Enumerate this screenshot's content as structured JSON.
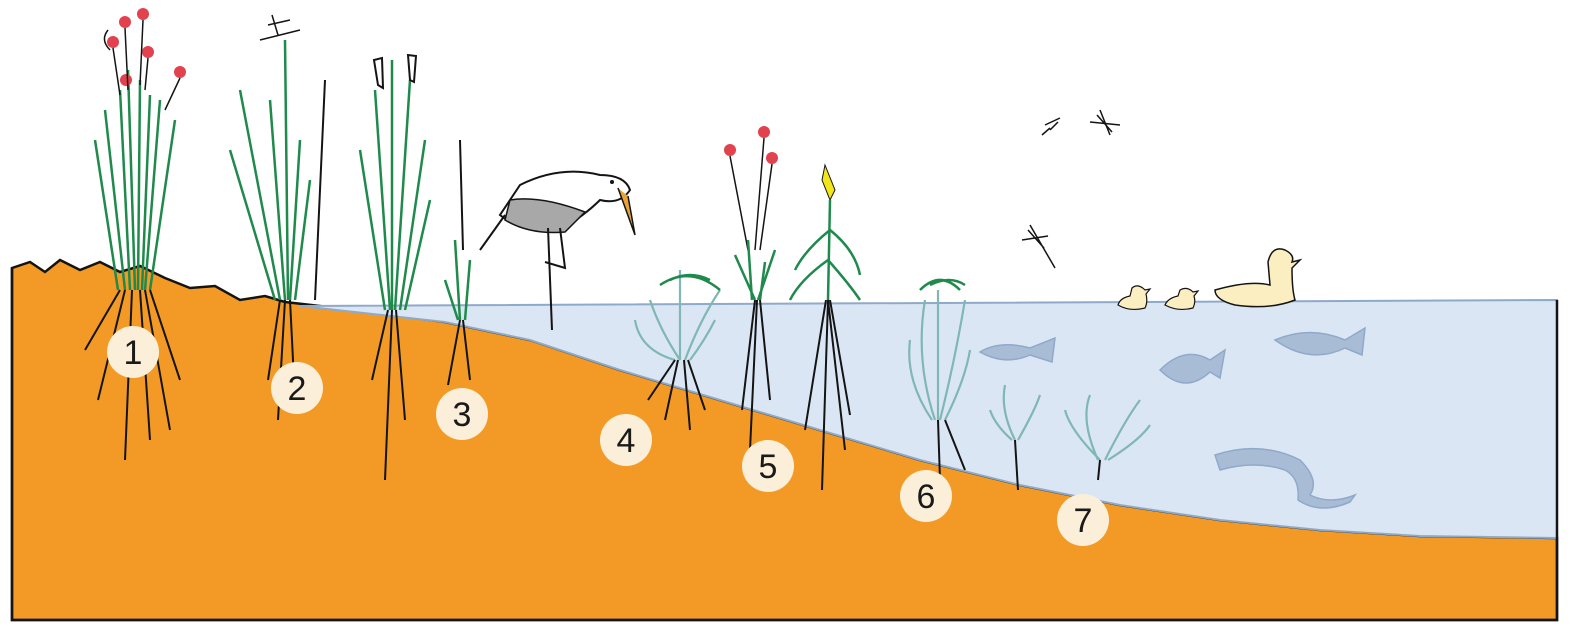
{
  "colors": {
    "soil": "#f29a25",
    "water": "#dbe6f4",
    "waterline": "#8fa9c9",
    "ink": "#141414",
    "grass": "#1f8a4c",
    "submerged": "#7fb7b4",
    "flower": "#e2424e",
    "label_bg": "#fcefd9",
    "bird_grey": "#a8a8a8",
    "duck": "#fbeec1",
    "fish": "#a9bcd6",
    "iris": "#f2e61a"
  },
  "zones": [
    {
      "id": "1",
      "label": "1"
    },
    {
      "id": "2",
      "label": "2"
    },
    {
      "id": "3",
      "label": "3"
    },
    {
      "id": "4",
      "label": "4"
    },
    {
      "id": "5",
      "label": "5"
    },
    {
      "id": "6",
      "label": "6"
    },
    {
      "id": "7",
      "label": "7"
    }
  ],
  "icons": [
    "heron-icon",
    "duck-icon",
    "duckling-icon",
    "fish-icon",
    "eel-icon",
    "dragonfly-icon",
    "reed-icon",
    "flower-icon",
    "submerged-plant-icon"
  ]
}
